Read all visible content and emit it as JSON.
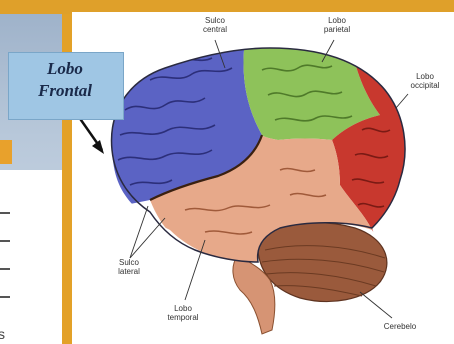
{
  "labels": {
    "sulco_central": "Sulco\ncentral",
    "lobo_parietal": "Lobo\nparietal",
    "lobo_occipital": "Lobo\noccipital",
    "sulco_lateral": "Sulco\nlateral",
    "lobo_temporal": "Lobo\ntemporal",
    "cerebelo": "Cerebelo"
  },
  "callout": {
    "text": "Lobo\nFrontal"
  },
  "colors": {
    "frontal": "#5b63c4",
    "parietal": "#8ec25a",
    "occipital": "#c8382e",
    "temporal": "#e7a98a",
    "cerebellum": "#9a5a3c",
    "brainstem": "#d69474",
    "frame": "#e3a128",
    "callout": "#9fc6e4"
  }
}
